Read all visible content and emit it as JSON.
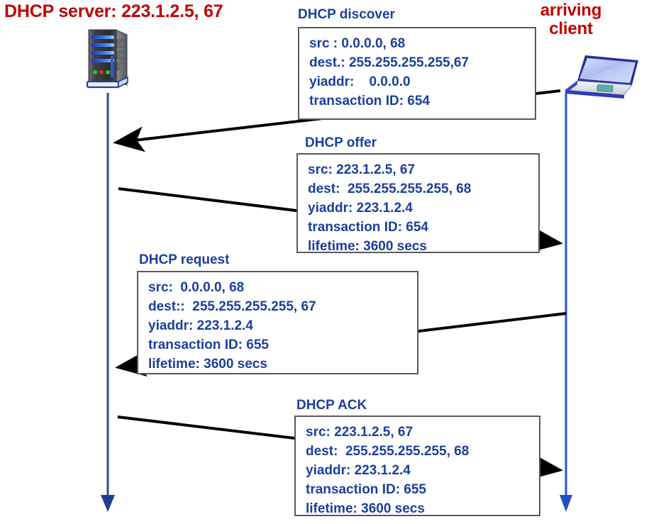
{
  "diagram": {
    "title": "DHCP client-server scenario",
    "actors": {
      "server": {
        "label": "DHCP server: 223.1.2.5,  67",
        "icon": "server-tower-icon",
        "lifeline_color": "#2b4b9b"
      },
      "client": {
        "label": "arriving\nclient",
        "label_line1": "arriving",
        "label_line2": "client",
        "icon": "laptop-icon",
        "lifeline_color": "#2a57c4"
      }
    },
    "accent_red": "#c00000",
    "accent_blue": "#1b3f9e",
    "box_border": "#595959"
  },
  "messages": [
    {
      "id": "dhcp-discover",
      "label": "DHCP discover",
      "direction": "client-to-server",
      "lines": [
        "src : 0.0.0.0, 68",
        "dest.: 255.255.255.255,67",
        "yiaddr:    0.0.0.0",
        "transaction ID: 654"
      ]
    },
    {
      "id": "dhcp-offer",
      "label": "DHCP offer",
      "direction": "server-to-client",
      "lines": [
        "src: 223.1.2.5, 67",
        "dest:  255.255.255.255, 68",
        "yiaddr: 223.1.2.4",
        "transaction ID: 654",
        "lifetime: 3600 secs"
      ]
    },
    {
      "id": "dhcp-request",
      "label": "DHCP request",
      "direction": "client-to-server",
      "lines": [
        "src:  0.0.0.0, 68",
        "dest::  255.255.255.255, 67",
        "yiaddr: 223.1.2.4",
        "transaction ID: 655",
        "lifetime: 3600 secs"
      ]
    },
    {
      "id": "dhcp-ack",
      "label": "DHCP ACK",
      "direction": "server-to-client",
      "lines": [
        "src: 223.1.2.5, 67",
        "dest:  255.255.255.255, 68",
        "yiaddr: 223.1.2.4",
        "transaction ID: 655",
        "lifetime: 3600 secs"
      ]
    }
  ]
}
